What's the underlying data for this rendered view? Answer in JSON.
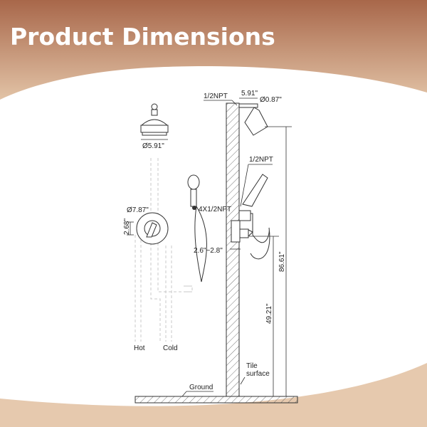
{
  "header": {
    "title": "Product Dimensions"
  },
  "colors": {
    "band_dark": "#A8674A",
    "band_light": "#E2C3A6",
    "line": "#333333",
    "pipe": "#C9C9C9"
  },
  "labels": {
    "head_diameter": "Ø5.91\"",
    "plate_diameter": "Ø7.87\"",
    "valve_depth": "2.68\"",
    "npt_top": "1/2NPT",
    "arm_length": "5.91\"",
    "arm_diameter": "Ø0.87\"",
    "npt_handheld": "1/2NPT",
    "valve_ports": "4X1/2NPT",
    "wall_depth": "2.6\"~2.8\"",
    "height_total": "86.61\"",
    "height_valve": "49.21\"",
    "hot": "Hot",
    "cold": "Cold",
    "tile_line1": "Tile",
    "tile_line2": "surface",
    "ground": "Ground"
  }
}
